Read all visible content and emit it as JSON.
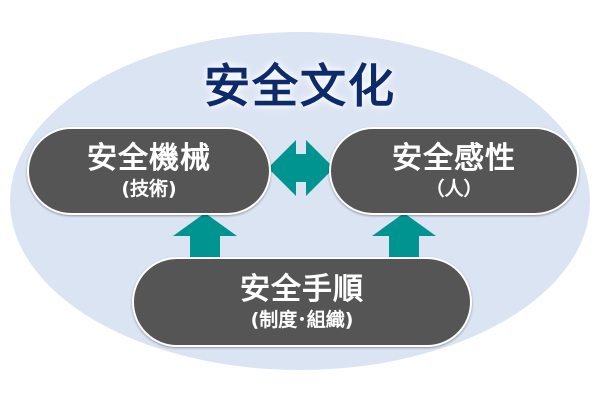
{
  "title": "安全文化",
  "nodes": {
    "machine": {
      "label": "安全機械",
      "sub": "(技術)"
    },
    "sense": {
      "label": "安全感性",
      "sub": "（人）"
    },
    "procedure": {
      "label": "安全手順",
      "sub": "(制度･組織)"
    }
  },
  "colors": {
    "background_ellipse": "#dbe4f3",
    "title": "#0d2a6b",
    "node_fill": "#555555",
    "arrow": "#009490"
  },
  "connections": [
    {
      "from": "machine",
      "to": "sense",
      "type": "bidirectional"
    },
    {
      "from": "procedure",
      "to": "machine",
      "type": "up"
    },
    {
      "from": "procedure",
      "to": "sense",
      "type": "up"
    }
  ]
}
